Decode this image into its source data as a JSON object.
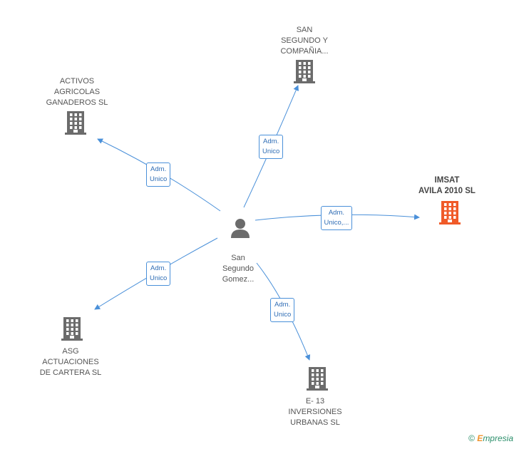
{
  "colors": {
    "edge": "#4a90d9",
    "building": "#6b6b6b",
    "building_focus": "#f05a28",
    "person": "#6b6b6b"
  },
  "center": {
    "icon": "person-icon",
    "lines": [
      "San",
      "Segundo",
      "Gomez..."
    ]
  },
  "companies": [
    {
      "id": "san-segundo",
      "lines": [
        "SAN",
        "SEGUNDO Y",
        "COMPAÑIA..."
      ],
      "icon": "building-icon",
      "focus": false
    },
    {
      "id": "activos",
      "lines": [
        "ACTIVOS",
        "AGRICOLAS",
        "GANADEROS SL"
      ],
      "icon": "building-icon",
      "focus": false
    },
    {
      "id": "imsat",
      "lines": [
        "IMSAT",
        "AVILA 2010 SL"
      ],
      "icon": "building-icon",
      "focus": true
    },
    {
      "id": "asg",
      "lines": [
        "ASG",
        "ACTUACIONES",
        "DE CARTERA SL"
      ],
      "icon": "building-icon",
      "focus": false
    },
    {
      "id": "e13",
      "lines": [
        "E- 13",
        "INVERSIONES",
        "URBANAS SL"
      ],
      "icon": "building-icon",
      "focus": false
    }
  ],
  "edges": [
    {
      "to": "san-segundo",
      "label": [
        "Adm.",
        "Unico"
      ]
    },
    {
      "to": "activos",
      "label": [
        "Adm.",
        "Unico"
      ]
    },
    {
      "to": "imsat",
      "label": [
        "Adm.",
        "Unico,..."
      ]
    },
    {
      "to": "asg",
      "label": [
        "Adm.",
        "Unico"
      ]
    },
    {
      "to": "e13",
      "label": [
        "Adm.",
        "Unico"
      ]
    }
  ],
  "footer": {
    "copyright": "©",
    "brand_initial": "E",
    "brand_rest": "mpresia"
  }
}
